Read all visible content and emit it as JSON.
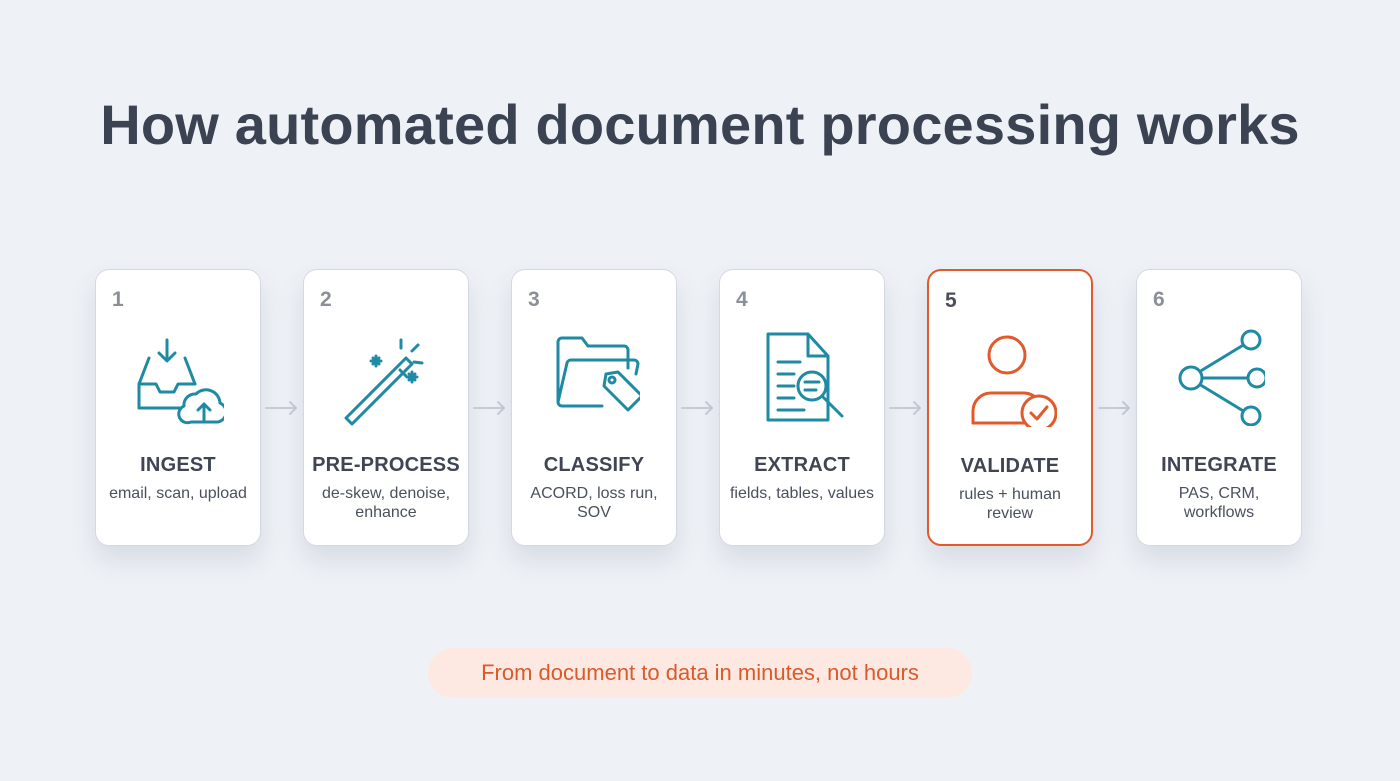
{
  "title": "How automated document processing works",
  "colors": {
    "accent_teal": "#1f8aa3",
    "accent_orange": "#e05a2b",
    "background": "#eef2f7"
  },
  "steps": [
    {
      "number": "1",
      "title": "INGEST",
      "description": "email, scan, upload",
      "icon": "inbox-upload-icon"
    },
    {
      "number": "2",
      "title": "PRE-PROCESS",
      "description": "de-skew, denoise, enhance",
      "icon": "magic-wand-icon"
    },
    {
      "number": "3",
      "title": "CLASSIFY",
      "description": "ACORD, loss run, SOV",
      "icon": "folder-tag-icon"
    },
    {
      "number": "4",
      "title": "EXTRACT",
      "description": "fields, tables, values",
      "icon": "document-search-icon"
    },
    {
      "number": "5",
      "title": "VALIDATE",
      "description": "rules + human review",
      "icon": "user-check-icon",
      "highlighted": true
    },
    {
      "number": "6",
      "title": "INTEGRATE",
      "description": "PAS, CRM, workflows",
      "icon": "share-nodes-icon"
    }
  ],
  "tagline": "From document to data in minutes, not hours"
}
